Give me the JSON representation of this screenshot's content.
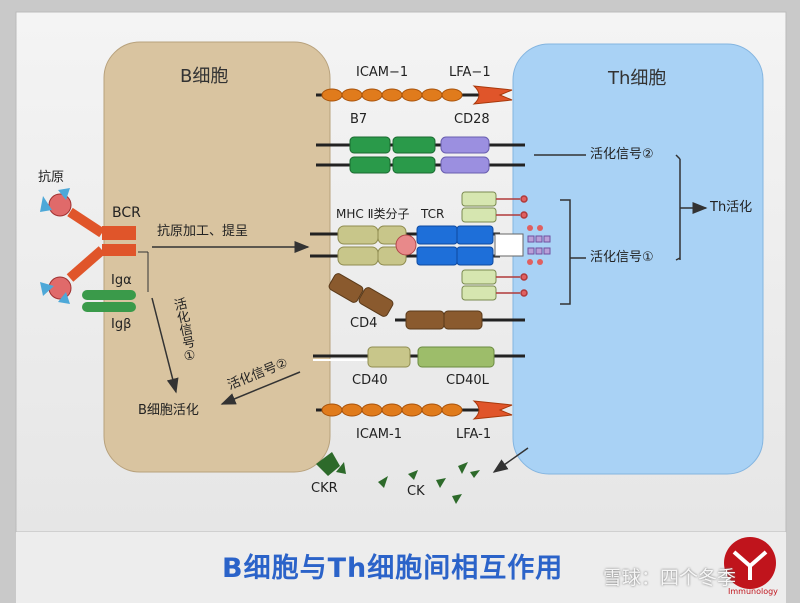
{
  "title": "B细胞与Th细胞间相互作用",
  "cells": {
    "b_cell": "B细胞",
    "th_cell": "Th细胞"
  },
  "labels": {
    "antigen": "抗原",
    "bcr": "BCR",
    "ig_alpha": "Igα",
    "ig_beta": "Igβ",
    "antigen_processing": "抗原加工、提呈",
    "signal1_vertical": "活化信号①",
    "b_activation": "B细胞活化",
    "signal2_b": "活化信号②",
    "icam1_top": "ICAM−1",
    "lfa1_top": "LFA−1",
    "b7": "B7",
    "cd28": "CD28",
    "mhc": "MHC Ⅱ类分子",
    "tcr": "TCR",
    "cd4": "CD4",
    "cd40": "CD40",
    "cd40l": "CD40L",
    "icam1_bottom": "ICAM-1",
    "lfa1_bottom": "LFA-1",
    "ckr": "CKR",
    "ck": "CK",
    "signal2_th": "活化信号②",
    "signal1_th": "活化信号①",
    "th_activation": "Th活化",
    "logo_text": "Immunology"
  },
  "watermark": "雪球：四个冬季",
  "colors": {
    "b_cell_fill": "#d9c4a0",
    "th_cell_fill": "#a9d2f5",
    "title": "#2b63c9",
    "bcr": "#e0552a",
    "adhesion": "#e07b1c",
    "b7_cd28": "#2a9a4a",
    "cd28": "#9b8fe0",
    "tcr": "#1e6fd9",
    "mhc": "#c8c68a",
    "cd4": "#8a5a2e",
    "ck": "#2d6a2a"
  }
}
